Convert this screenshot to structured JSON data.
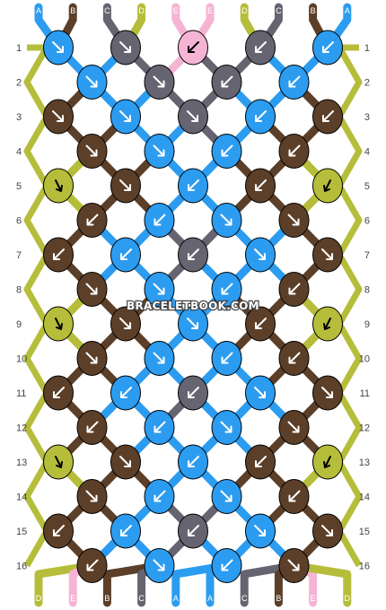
{
  "watermark": "BRACELETBOOK.COM",
  "colors": {
    "A": "#2c9cf0",
    "B": "#5c3f28",
    "C": "#666470",
    "D": "#b6bd3a",
    "E": "#f6b4d4"
  },
  "top_labels": [
    "A",
    "B",
    "C",
    "D",
    "E",
    "E",
    "D",
    "C",
    "B",
    "A"
  ],
  "bottom_labels": [
    "D",
    "E",
    "B",
    "C",
    "A",
    "A",
    "C",
    "B",
    "E",
    "D"
  ],
  "row_labels": [
    "1",
    "2",
    "3",
    "4",
    "5",
    "6",
    "7",
    "8",
    "9",
    "10",
    "11",
    "12",
    "13",
    "14",
    "15",
    "16"
  ],
  "knot_rows": [
    [
      {
        "c": "A",
        "d": "SE"
      },
      {
        "c": "C",
        "d": "SE"
      },
      {
        "c": "E",
        "d": "SW"
      },
      {
        "c": "C",
        "d": "SW"
      },
      {
        "c": "A",
        "d": "SW"
      }
    ],
    [
      {
        "c": "A",
        "d": "SE"
      },
      {
        "c": "C",
        "d": "SE"
      },
      {
        "c": "C",
        "d": "SW"
      },
      {
        "c": "A",
        "d": "SW"
      }
    ],
    [
      {
        "c": "B",
        "d": "SE"
      },
      {
        "c": "A",
        "d": "SE"
      },
      {
        "c": "C",
        "d": "SE"
      },
      {
        "c": "A",
        "d": "SW"
      },
      {
        "c": "B",
        "d": "SW"
      }
    ],
    [
      {
        "c": "B",
        "d": "SE"
      },
      {
        "c": "A",
        "d": "SE"
      },
      {
        "c": "A",
        "d": "SW"
      },
      {
        "c": "B",
        "d": "SW"
      }
    ],
    [
      {
        "c": "D",
        "d": "SSE"
      },
      {
        "c": "B",
        "d": "SE"
      },
      {
        "c": "A",
        "d": "SW"
      },
      {
        "c": "B",
        "d": "SW"
      },
      {
        "c": "D",
        "d": "SSW"
      }
    ],
    [
      {
        "c": "B",
        "d": "SW"
      },
      {
        "c": "A",
        "d": "SW"
      },
      {
        "c": "A",
        "d": "SE"
      },
      {
        "c": "B",
        "d": "SE"
      }
    ],
    [
      {
        "c": "B",
        "d": "SW"
      },
      {
        "c": "A",
        "d": "SW"
      },
      {
        "c": "C",
        "d": "SW"
      },
      {
        "c": "A",
        "d": "SE"
      },
      {
        "c": "B",
        "d": "SE"
      }
    ],
    [
      {
        "c": "B",
        "d": "SE"
      },
      {
        "c": "A",
        "d": "SE"
      },
      {
        "c": "A",
        "d": "SW"
      },
      {
        "c": "B",
        "d": "SW"
      }
    ],
    [
      {
        "c": "D",
        "d": "SSE"
      },
      {
        "c": "B",
        "d": "SE"
      },
      {
        "c": "A",
        "d": "SE"
      },
      {
        "c": "B",
        "d": "SW"
      },
      {
        "c": "D",
        "d": "SSW"
      }
    ],
    [
      {
        "c": "B",
        "d": "SE"
      },
      {
        "c": "A",
        "d": "SE"
      },
      {
        "c": "A",
        "d": "SW"
      },
      {
        "c": "B",
        "d": "SW"
      }
    ],
    [
      {
        "c": "B",
        "d": "SW"
      },
      {
        "c": "A",
        "d": "SW"
      },
      {
        "c": "C",
        "d": "SW"
      },
      {
        "c": "A",
        "d": "SE"
      },
      {
        "c": "B",
        "d": "SE"
      }
    ],
    [
      {
        "c": "B",
        "d": "SW"
      },
      {
        "c": "A",
        "d": "SW"
      },
      {
        "c": "A",
        "d": "SE"
      },
      {
        "c": "B",
        "d": "SE"
      }
    ],
    [
      {
        "c": "D",
        "d": "SSE"
      },
      {
        "c": "B",
        "d": "SE"
      },
      {
        "c": "A",
        "d": "SW"
      },
      {
        "c": "B",
        "d": "SW"
      },
      {
        "c": "D",
        "d": "SSW"
      }
    ],
    [
      {
        "c": "B",
        "d": "SE"
      },
      {
        "c": "A",
        "d": "SW"
      },
      {
        "c": "A",
        "d": "SE"
      },
      {
        "c": "B",
        "d": "SW"
      }
    ],
    [
      {
        "c": "B",
        "d": "SW"
      },
      {
        "c": "A",
        "d": "SW"
      },
      {
        "c": "C",
        "d": "SW"
      },
      {
        "c": "A",
        "d": "SE"
      },
      {
        "c": "B",
        "d": "SE"
      }
    ],
    [
      {
        "c": "B",
        "d": "SW"
      },
      {
        "c": "A",
        "d": "SE"
      },
      {
        "c": "A",
        "d": "SW"
      },
      {
        "c": "B",
        "d": "SE"
      }
    ]
  ]
}
